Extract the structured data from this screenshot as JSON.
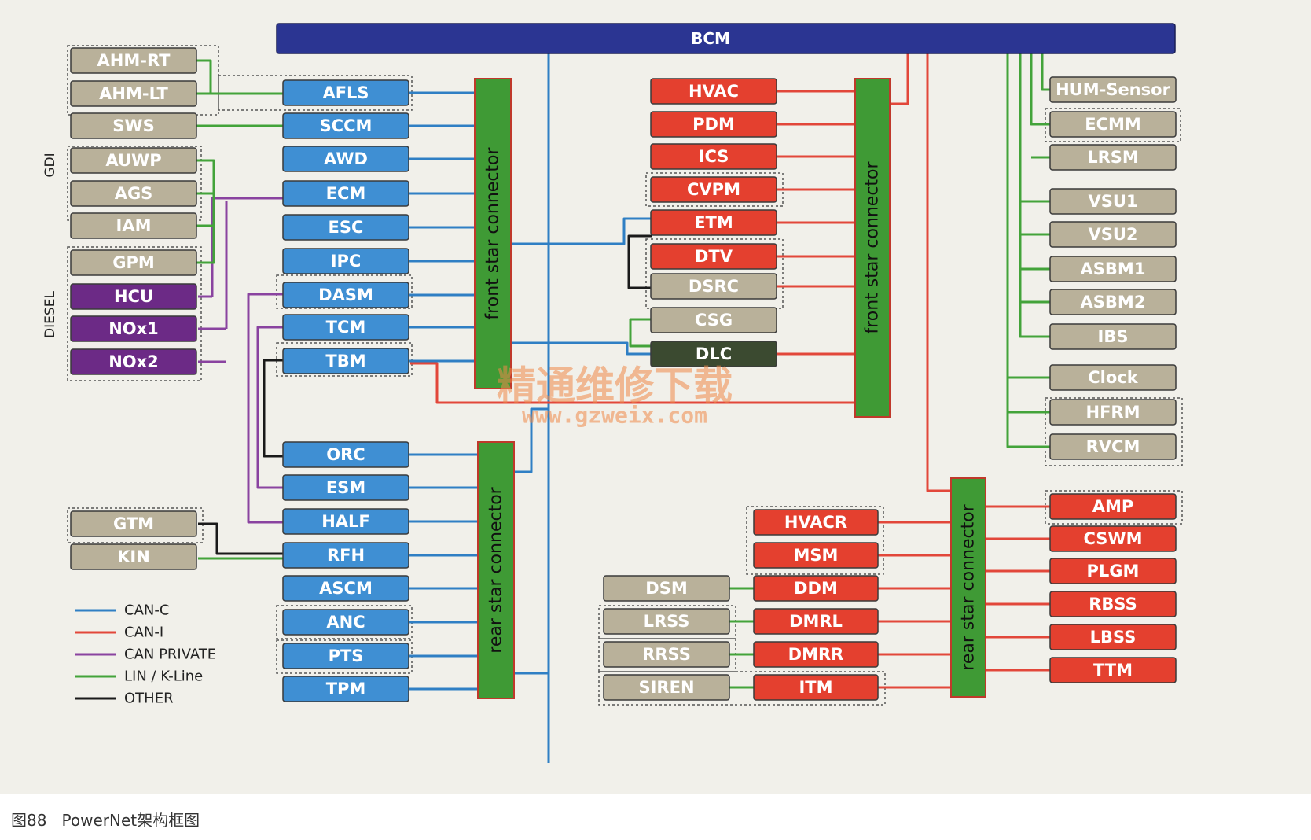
{
  "colors": {
    "can_c": "#2f7fc4",
    "can_i": "#e2473a",
    "can_private": "#8a43a0",
    "lin": "#43a33a",
    "other": "#1a1a1a",
    "bcm": "#2b3592",
    "module_blue": "#3f8fd3",
    "module_red": "#e4402f",
    "module_tan": "#b9b19a",
    "module_purple": "#6c2a86",
    "module_dark": "#3b4a30",
    "star": "#3f9a35"
  },
  "bcm": "BCM",
  "star_connectors": {
    "front_left": "front star connector",
    "rear_left": "rear star connector",
    "front_right": "front star connector",
    "rear_right": "rear star connector"
  },
  "group_labels": {
    "gdi": "GDI",
    "diesel": "DIESEL"
  },
  "modules": {
    "left_ext": [
      "AHM-RT",
      "AHM-LT",
      "SWS",
      "AUWP",
      "AGS",
      "IAM",
      "GPM",
      "HCU",
      "NOx1",
      "NOx2",
      "GTM",
      "KIN"
    ],
    "left_col": [
      "AFLS",
      "SCCM",
      "AWD",
      "ECM",
      "ESC",
      "IPC",
      "DASM",
      "TCM",
      "TBM",
      "ORC",
      "ESM",
      "HALF",
      "RFH",
      "ASCM",
      "ANC",
      "PTS",
      "TPM"
    ],
    "center_col": [
      "HVAC",
      "PDM",
      "ICS",
      "CVPM",
      "ETM",
      "DTV",
      "DSRC",
      "CSG",
      "DLC"
    ],
    "right_col": [
      "HUM-Sensor",
      "ECMM",
      "LRSM",
      "VSU1",
      "VSU2",
      "ASBM1",
      "ASBM2",
      "IBS",
      "Clock",
      "HFRM",
      "RVCM"
    ],
    "rear_right_inner": [
      "HVACR",
      "MSM",
      "DDM",
      "DMRL",
      "DMRR",
      "ITM"
    ],
    "rear_right_outer": [
      "DSM",
      "LRSS",
      "RRSS",
      "SIREN"
    ],
    "rear_right_col": [
      "AMP",
      "CSWM",
      "PLGM",
      "RBSS",
      "LBSS",
      "TTM"
    ]
  },
  "legend": [
    {
      "label": "CAN-C",
      "color": "#2f7fc4"
    },
    {
      "label": "CAN-I",
      "color": "#e2473a"
    },
    {
      "label": "CAN PRIVATE",
      "color": "#8a43a0"
    },
    {
      "label": "LIN / K-Line",
      "color": "#43a33a"
    },
    {
      "label": "OTHER",
      "color": "#1a1a1a"
    }
  ],
  "watermark": {
    "line1": "精通维修下载",
    "line2": "www.gzweix.com"
  },
  "caption": "图88   PowerNet架构框图"
}
